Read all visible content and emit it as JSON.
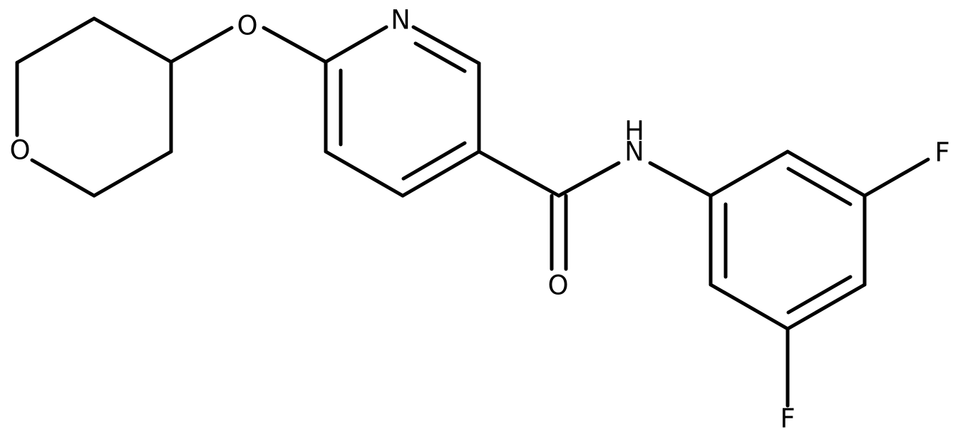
{
  "atoms": {
    "pyridine_n": "N",
    "amide_n": "N",
    "amide_h": "H",
    "carbonyl_o": "O",
    "ether_o": "O",
    "oxane_o": "O",
    "fluorine_upper": "F",
    "fluorine_lower": "F"
  },
  "colors": {
    "bond": "#000000",
    "label": "#000000",
    "background": "#ffffff"
  }
}
